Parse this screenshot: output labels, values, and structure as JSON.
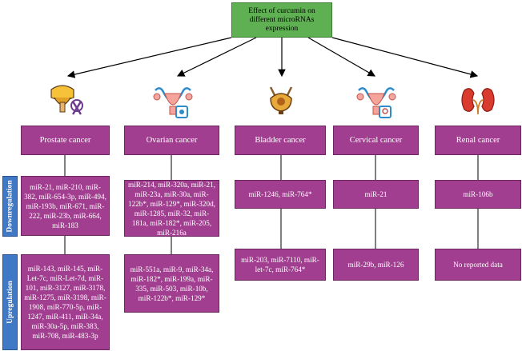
{
  "title": "Effect of curcumin on different microRNAs expression",
  "regulation_labels": {
    "down": "Downregulation",
    "up": "Upregulation"
  },
  "cancers": [
    {
      "name": "Prostate cancer",
      "icon": "prostate-icon",
      "down": "miR-21, miR-210, miR-382, miR-654-3p, miR-494, miR-193b, miR-671, miR-222, miR-23b, miR-664, miR-183",
      "up": "miR-143, miR-145, miR-Let-7c, miR-Let-7d, miR-101, miR-3127, miR-3178, miR-1275, miR-3198, miR-1908, miR-770-5p, miR-1247, miR-411, miR-34a, miR-30a-5p, miR-383, miR-708, miR-483-3p"
    },
    {
      "name": "Ovarian cancer",
      "icon": "ovary-icon",
      "down": "miR-214, miR-320a, miR-21, miR-23a, miR-30a, miR-122b*, miR-129*, miR-320d, miR-1285, miR-32, miR-181a, miR-182*, miR-205, miR-216a",
      "up": "miR-551a, miR-9, miR-34a, miR-182*, miR-199a, miR-335, miR-503, miR-10b, miR-122b*, miR-129*"
    },
    {
      "name": "Bladder cancer",
      "icon": "bladder-icon",
      "down": "miR-1246, miR-764*",
      "up": "miR-203, miR-7110, miR-let-7c, miR-764*"
    },
    {
      "name": "Cervical cancer",
      "icon": "cervix-icon",
      "down": "miR-21",
      "up": "miR-29b, miR-126"
    },
    {
      "name": "Renal cancer",
      "icon": "kidney-icon",
      "down": "miR-106b",
      "up": "No reported data"
    }
  ],
  "colors": {
    "root": "#5fb052",
    "node": "#a13e8f",
    "side": "#3f78c4"
  }
}
